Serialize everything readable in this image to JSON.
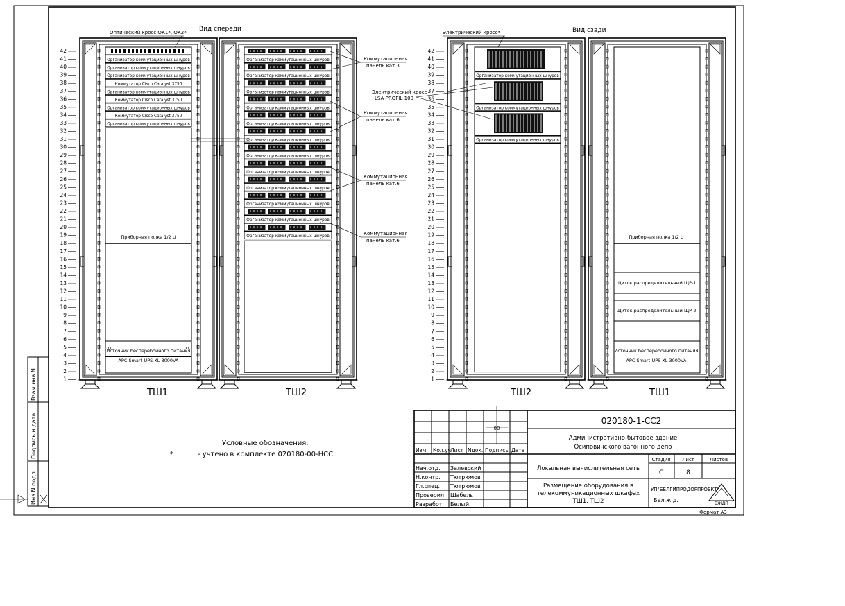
{
  "views": {
    "front_title": "Вид спереди",
    "rear_title": "Вид сзади"
  },
  "units": [
    42,
    41,
    40,
    39,
    38,
    37,
    36,
    35,
    34,
    33,
    32,
    31,
    30,
    29,
    28,
    27,
    26,
    25,
    24,
    23,
    22,
    21,
    20,
    19,
    18,
    17,
    16,
    15,
    14,
    13,
    12,
    11,
    10,
    9,
    8,
    7,
    6,
    5,
    4,
    3,
    2,
    1
  ],
  "cabinets": {
    "front_left": "ТШ1",
    "front_right": "ТШ2",
    "rear_left": "ТШ2",
    "rear_right": "ТШ1"
  },
  "tsh1_front": {
    "optical_cross": "Оптический кросс ОК1*, ОК2*",
    "items": [
      "Организатор коммутационных шнуров",
      "Организатор коммутационных шнуров",
      "Организатор коммутационных шнуров",
      "Коммутатор Cisco Catalyst 3750",
      "Организатор коммутационных шнуров",
      "Коммутатор Cisco Catalyst 3750",
      "Организатор коммутационных шнуров",
      "Коммутатор Cisco Catalyst 3750",
      "Организатор коммутационных шнуров"
    ],
    "shelf": "Приборная полка 1/2 U",
    "ups_line1": "Источник бесперебойного питания",
    "ups_line2": "APC Smart-UPS XL 3000VA"
  },
  "tsh2_front": {
    "organizer": "Организатор коммутационных шнуров",
    "callouts": [
      {
        "line1": "Коммутационная",
        "line2": "панель кат.3"
      },
      {
        "line1": "Коммутационная",
        "line2": "панель кат.6"
      },
      {
        "line1": "Коммутационная",
        "line2": "панель кат.6"
      },
      {
        "line1": "Коммутационная",
        "line2": "панель кат.6"
      }
    ]
  },
  "tsh2_rear": {
    "electric_cross": "Электрический кросс*",
    "electric_cross_b1": "Электрический кросс",
    "electric_cross_b2": "LSA-PROFIL-100",
    "organizer": "Организатор коммутационных шнуров"
  },
  "tsh1_rear": {
    "shelf": "Приборная полка 1/2 U",
    "panel1": "Щиток распределительный ЩР-1",
    "panel2": "Щиток распределительный ЩР-2",
    "ups_line1": "Источник бесперебойного питания",
    "ups_line2": "APC Smart-UPS XL 3000VA"
  },
  "legend": {
    "title": "Условные обозначения:",
    "mark": "*",
    "text": "- учтено в комплекте 020180-00-НСС."
  },
  "side_stamp": [
    "Взам.инв.N",
    "Подпись и дата",
    "Инв.N подл."
  ],
  "title_block": {
    "code": "020180-1-СС2",
    "object_line1": "Административно-бытовое здание",
    "object_line2": "Осиповичского вагонного депо",
    "system": "Локальная вычислительная сеть",
    "drawing_line1": "Размещение оборудования в",
    "drawing_line2": "телекоммуникационных шкафах",
    "drawing_line3": "ТШ1, ТШ2",
    "col_headers": [
      "Изм.",
      "Кол.уч",
      "Лист",
      "Nдок.",
      "Подпись",
      "Дата"
    ],
    "roles": [
      "Нач.отд.",
      "Н.контр.",
      "Гл.спец.",
      "Проверил",
      "Разработ"
    ],
    "names": [
      "Залевский",
      "Тютрюмов",
      "Тютрюмов",
      "Шабель",
      "Белый"
    ],
    "stage_label": "Стадия",
    "sheet_label": "Лист",
    "sheets_label": "Листов",
    "stage": "С",
    "sheet": "8",
    "sheets": "",
    "company_line1": "УП\"БЕЛГИПРОДОРПРОЕКТ\"",
    "company_line2": "Бел.ж.д.",
    "logo_text": "БЖДП",
    "marker": "00",
    "format": "Формат А3"
  }
}
